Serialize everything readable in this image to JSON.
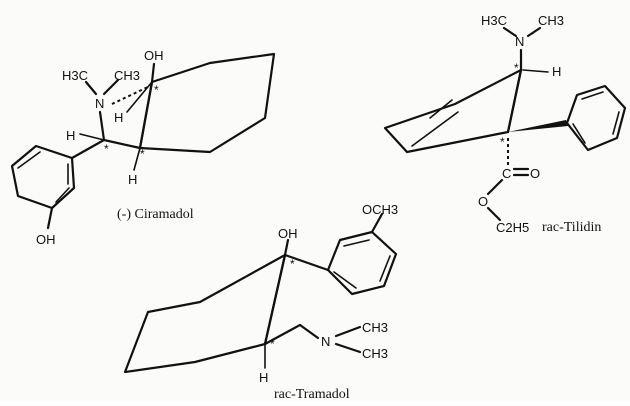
{
  "molecules": {
    "ciramadol": {
      "caption": "(-) Ciramadol",
      "atoms": {
        "n_methyl_left": "H3C",
        "n_methyl_right": "CH3",
        "nitrogen": "N",
        "hydroxyl_top": "OH",
        "h_ring": "H",
        "h_benzylic": "H",
        "h_lower": "H",
        "hydroxyl_phenol": "OH"
      },
      "stereo_marks": [
        "*",
        "*",
        "*"
      ]
    },
    "tilidin": {
      "caption": "rac-Tilidin",
      "atoms": {
        "n_methyl_left": "H3C",
        "n_methyl_right": "CH3",
        "nitrogen": "N",
        "h_top": "H",
        "carbonyl_carbon": "C",
        "carbonyl_oxygen": "O",
        "ester_oxygen": "O",
        "ethyl": "C2H5"
      },
      "stereo_marks": [
        "*",
        "*"
      ]
    },
    "tramadol": {
      "caption": "rac-Tramadol",
      "atoms": {
        "hydroxyl": "OH",
        "methoxy": "OCH3",
        "nitrogen": "N",
        "n_methyl_upper": "CH3",
        "n_methyl_lower": "CH3",
        "h_bottom": "H"
      },
      "stereo_marks": [
        "*",
        "*"
      ]
    }
  }
}
